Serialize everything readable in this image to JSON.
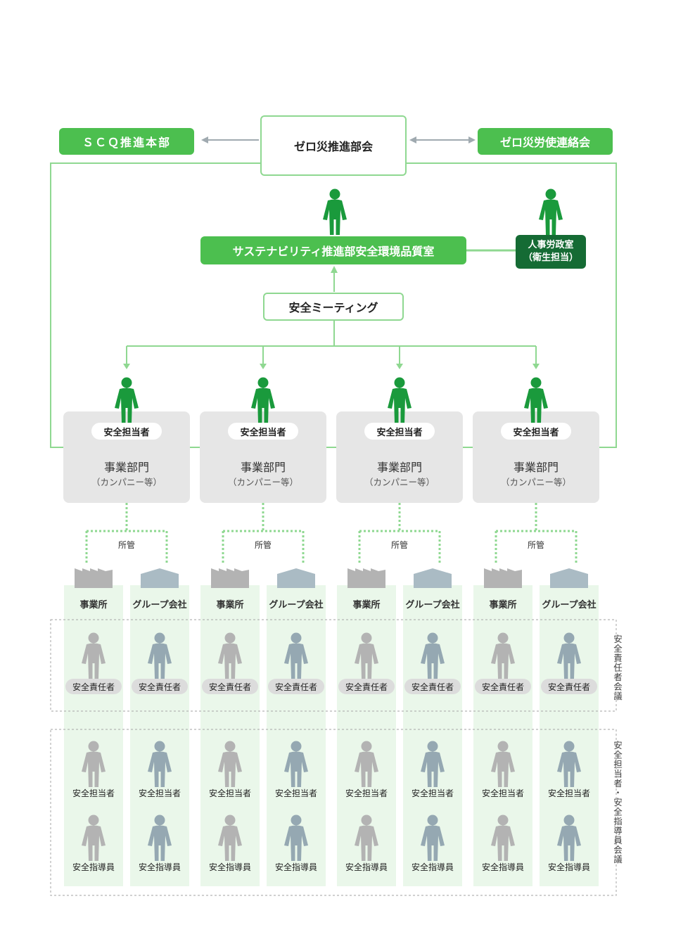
{
  "top": {
    "center_label": "ゼロ災推進部会",
    "left_label": "ＳＣＱ推進本部",
    "right_label": "ゼロ災労使連絡会"
  },
  "office": {
    "label": "サステナビリティ推進部安全環境品質室",
    "hr_line1": "人事労政室",
    "hr_line2": "（衛生担当）"
  },
  "meeting": {
    "label": "安全ミーティング"
  },
  "departments": [
    {
      "role": "安全担当者",
      "name": "事業部門",
      "sub": "（カンパニー等）",
      "jurisdiction": "所管",
      "site_label": "事業所",
      "group_label": "グループ会社"
    },
    {
      "role": "安全担当者",
      "name": "事業部門",
      "sub": "（カンパニー等）",
      "jurisdiction": "所管",
      "site_label": "事業所",
      "group_label": "グループ会社"
    },
    {
      "role": "安全担当者",
      "name": "事業部門",
      "sub": "（カンパニー等）",
      "jurisdiction": "所管",
      "site_label": "事業所",
      "group_label": "グループ会社"
    },
    {
      "role": "安全担当者",
      "name": "事業部門",
      "sub": "（カンパニー等）",
      "jurisdiction": "所管",
      "site_label": "事業所",
      "group_label": "グループ会社"
    }
  ],
  "roles": {
    "responsible": "安全責任者",
    "officer": "安全担当者",
    "instructor": "安全指導員"
  },
  "meetings": {
    "responsible_meeting": "安全責任者会議",
    "officer_meeting": "安全担当者・安全指導員会議"
  },
  "colors": {
    "green": "#4cbf4f",
    "dark_green": "#156b34",
    "person_green": "#1a9a3c",
    "site_gray": "#b3b3b3",
    "group_gray": "#95a8b2",
    "line_green": "#8fd891",
    "arrow_gray": "#a0aab0"
  },
  "icons": {
    "person": "person-icon",
    "factory": "factory-icon",
    "building": "building-icon"
  }
}
